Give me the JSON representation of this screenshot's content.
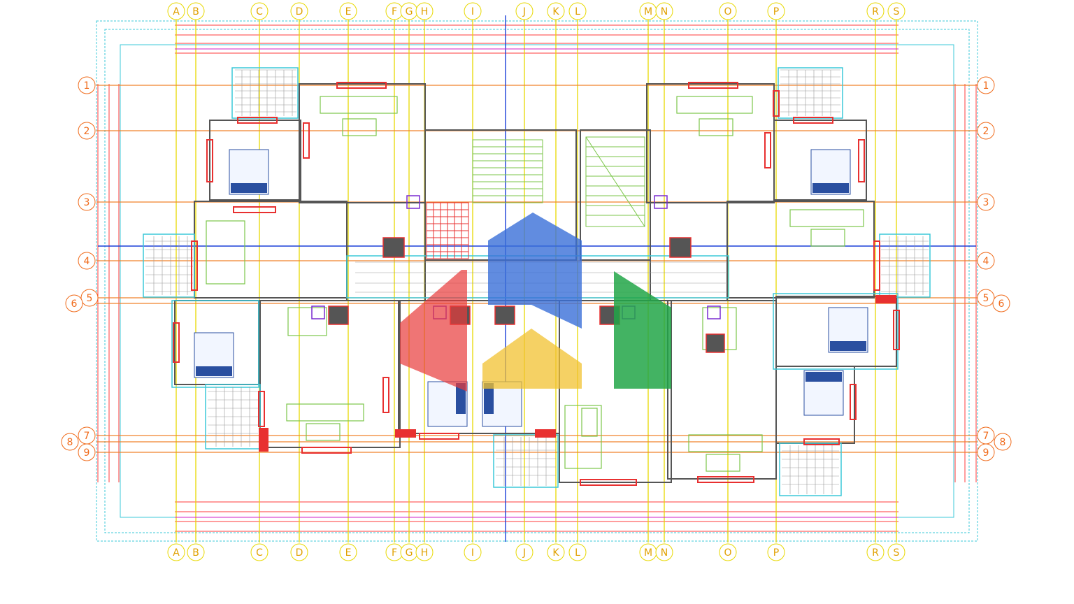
{
  "drawing": {
    "column_labels": [
      "A",
      "B",
      "C",
      "D",
      "E",
      "F",
      "G",
      "H",
      "I",
      "J",
      "K",
      "L",
      "M",
      "N",
      "O",
      "P",
      "R",
      "S"
    ],
    "row_labels_left": [
      "1",
      "2",
      "3",
      "4",
      "5",
      "6",
      "7",
      "8",
      "9"
    ],
    "row_labels_right": [
      "1",
      "2",
      "3",
      "4",
      "5",
      "6",
      "7",
      "8",
      "9"
    ],
    "colors": {
      "grid_axis": "#e8d800",
      "grid_row": "#f0822a",
      "wall": "#555555",
      "window": "#e83030",
      "furniture": "#7bc64a",
      "cyan_outline": "#3cc8d8",
      "dimension": "#ff3b3b",
      "center_axis": "#1a3fd8",
      "magenta_dim": "#d020c8"
    },
    "watermark": {
      "logo": "house-logo",
      "colors": [
        "#e83a3a",
        "#3a6fd8",
        "#f2c230",
        "#22a648"
      ]
    }
  }
}
